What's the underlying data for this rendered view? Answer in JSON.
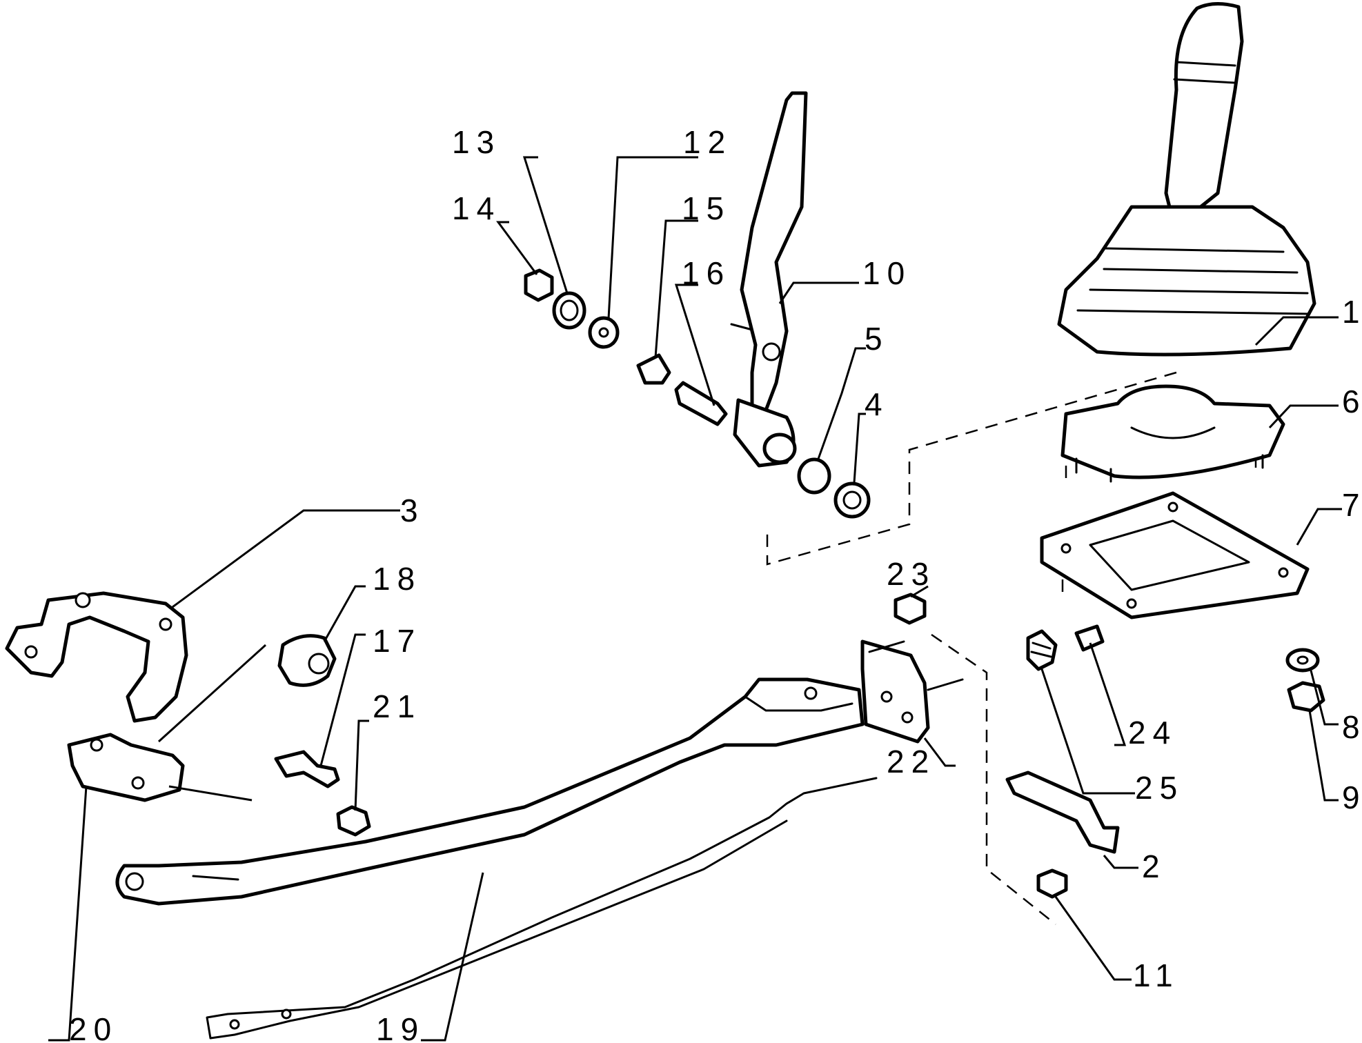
{
  "colors": {
    "line": "#000000",
    "background": "#ffffff"
  },
  "callouts": [
    "1",
    "2",
    "3",
    "4",
    "5",
    "6",
    "7",
    "8",
    "9",
    "10",
    "11",
    "12",
    "13",
    "14",
    "15",
    "16",
    "17",
    "18",
    "19",
    "20",
    "21",
    "22",
    "23",
    "24",
    "25"
  ]
}
